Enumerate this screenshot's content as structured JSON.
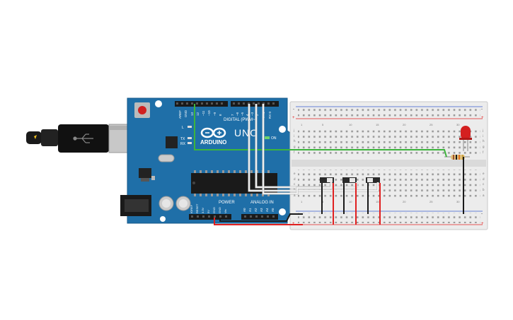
{
  "arduino": {
    "brand": "ARDUINO",
    "model": "UNO",
    "digital_header_label": "DIGITAL (PWM~)",
    "power_label": "POWER",
    "analog_label": "ANALOG IN",
    "led_l": "L",
    "led_tx": "TX",
    "led_rx": "RX",
    "led_on": "ON",
    "aref": "AREF",
    "gnd": "GND",
    "digital_pins": [
      "13",
      "12",
      "~11",
      "~10",
      "~9",
      "8",
      "7",
      "~6",
      "~5",
      "4",
      "~3",
      "2",
      "TX 1",
      "RX 0"
    ],
    "power_pins": [
      "IOREF",
      "RESET",
      "3.3V",
      "5V",
      "GND",
      "GND",
      "Vin"
    ],
    "analog_pins": [
      "A0",
      "A1",
      "A2",
      "A3",
      "A4",
      "A5"
    ]
  },
  "breadboard": {
    "row_letters_top": [
      "j",
      "i",
      "h",
      "g",
      "f"
    ],
    "row_letters_bottom": [
      "e",
      "d",
      "c",
      "b",
      "a"
    ],
    "rail_minus": "-",
    "rail_plus": "+",
    "column_numbers": [
      "1",
      "5",
      "10",
      "15",
      "20",
      "25",
      "30"
    ]
  },
  "colors": {
    "board_blue": "#1f6fa8",
    "wire_green": "#3cb43c",
    "wire_red": "#e02020",
    "wire_black": "#1a1a1a",
    "wire_white": "#f4f4f4",
    "led_red": "#d42020",
    "breadboard": "#ececec"
  }
}
